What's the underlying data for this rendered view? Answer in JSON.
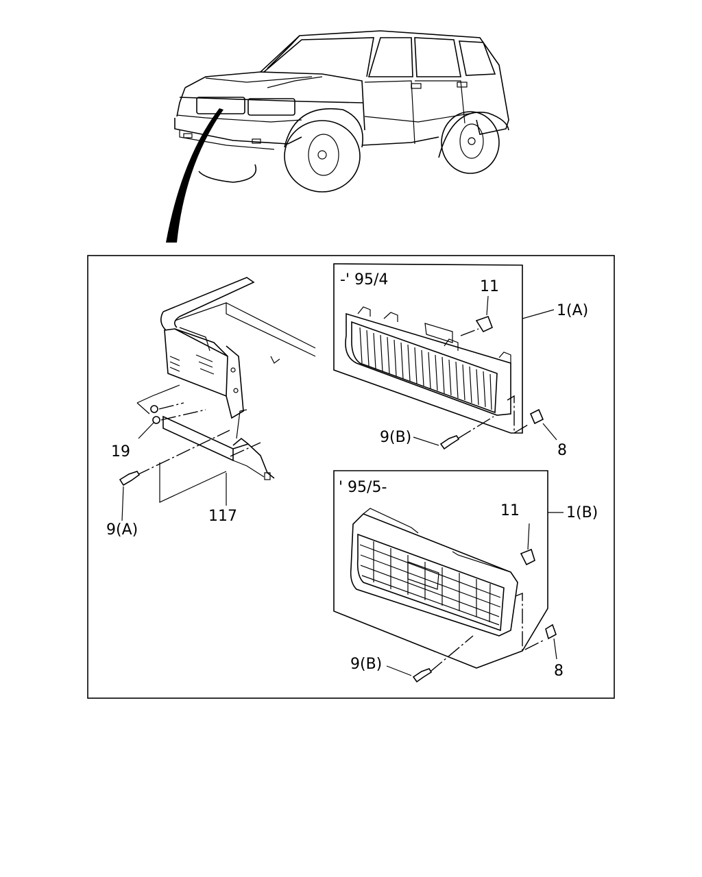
{
  "inset_top": {
    "range": "-' 95/4",
    "callouts": {
      "clip": "11",
      "grille": "1(A)",
      "screw": "9(B)",
      "retainer": "8"
    }
  },
  "inset_bottom": {
    "range": "' 95/5-",
    "callouts": {
      "clip": "11",
      "grille": "1(B)",
      "screw": "9(B)",
      "retainer": "8"
    }
  },
  "bracket_area": {
    "callouts": {
      "nut": "19",
      "screw": "9(A)",
      "bracket": "117"
    }
  }
}
